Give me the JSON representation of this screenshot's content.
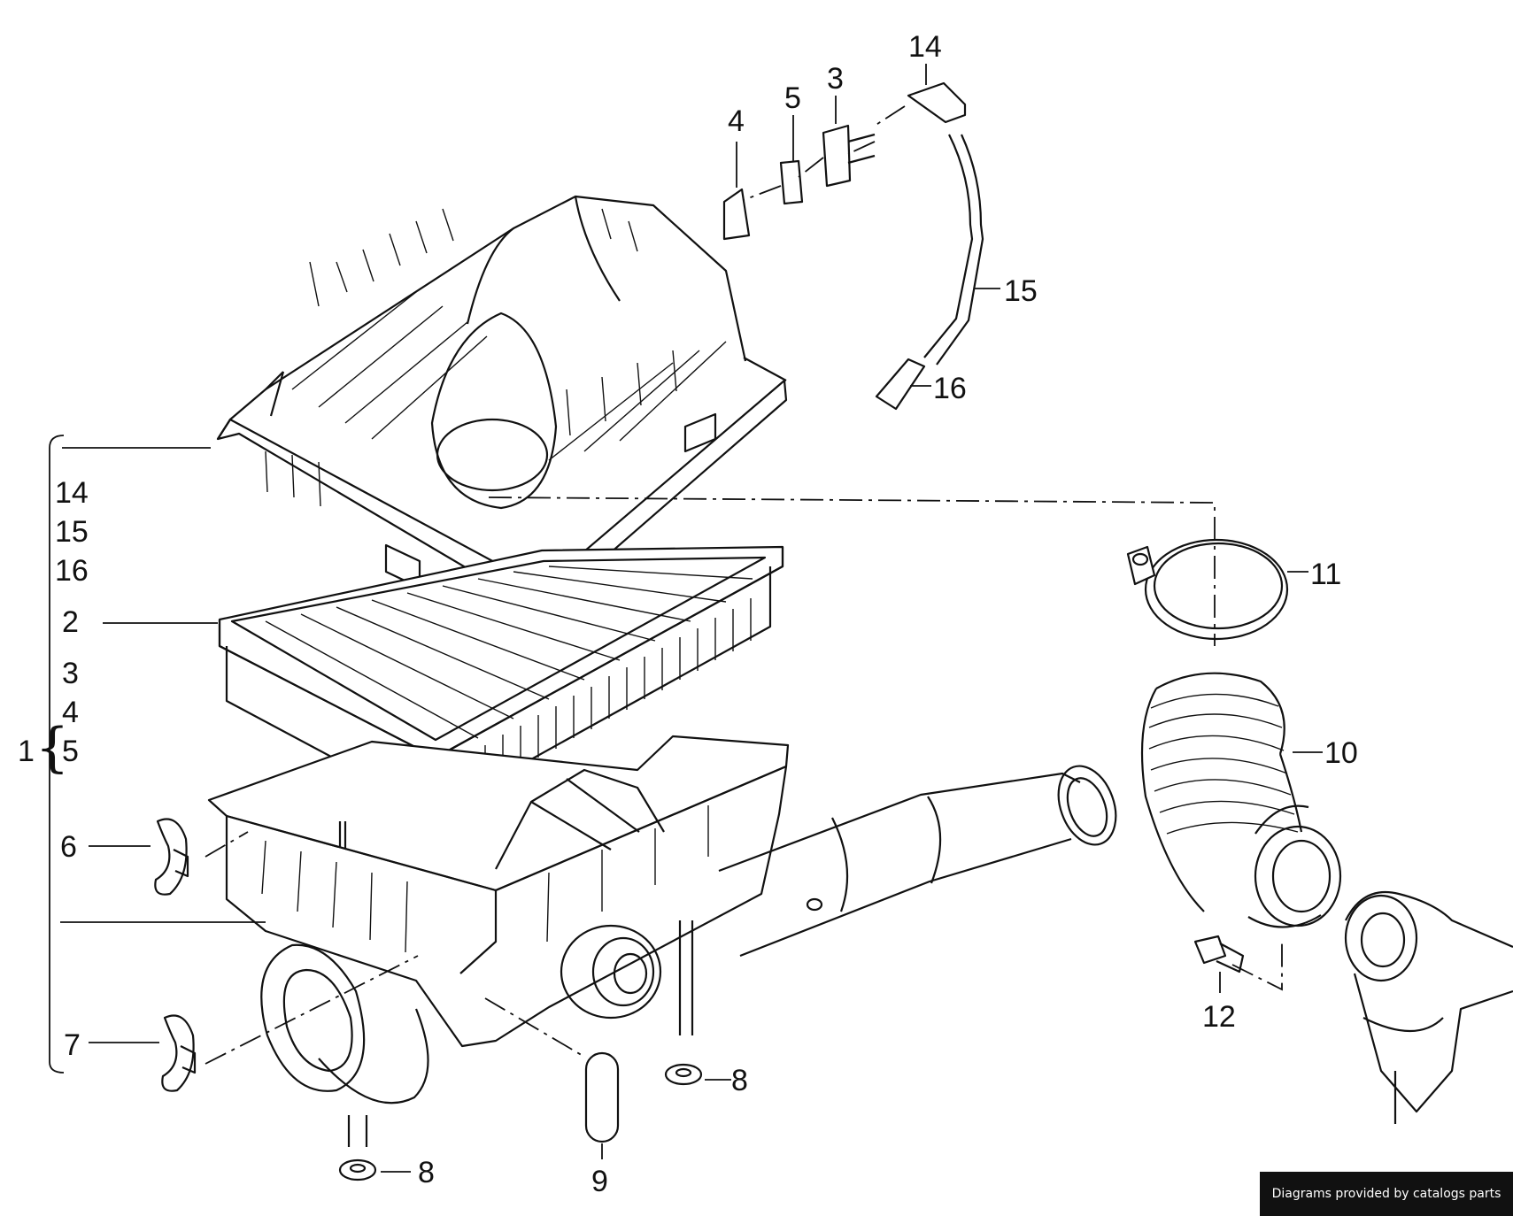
{
  "group_bracket": {
    "assembly_number": "1",
    "members": [
      "14",
      "15",
      "16",
      "2",
      "3",
      "4",
      "5"
    ]
  },
  "callouts": [
    "2",
    "3",
    "4",
    "5",
    "6",
    "7",
    "8",
    "8",
    "8",
    "9",
    "10",
    "11",
    "12",
    "14",
    "15",
    "16"
  ],
  "credit": "Diagrams provided by catalogs parts"
}
